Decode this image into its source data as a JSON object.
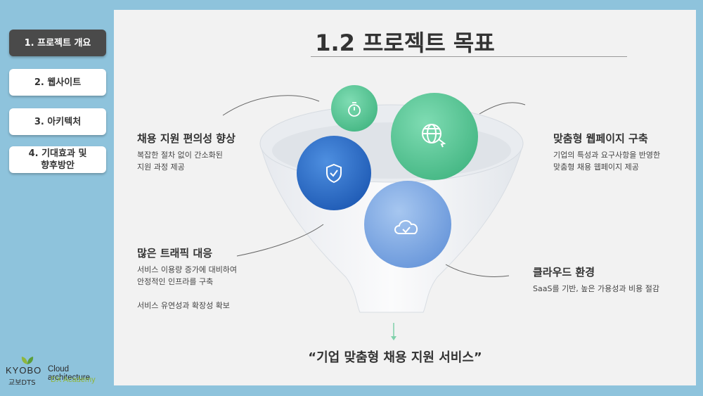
{
  "sidebar": {
    "items": [
      {
        "label": "1. 프로젝트 개요",
        "active": true
      },
      {
        "label": "2. 웹사이트",
        "active": false
      },
      {
        "label": "3. 아키텍처",
        "active": false
      },
      {
        "label": "4. 기대효과 및\n향후방안",
        "active": false
      }
    ],
    "logo": {
      "brand": "KYOBO",
      "brand_sub": "교보DTS",
      "tagline": "Cloud architecture",
      "academy": "DX Academy"
    }
  },
  "slide": {
    "title": "1.2 프로젝트 목표",
    "goals": [
      {
        "heading": "채용 지원 편의성 향상",
        "desc": "복잡한 절차 없이 간소화된\n지원 과정 제공"
      },
      {
        "heading": "맞춤형 웹페이지 구축",
        "desc": "기업의 특성과 요구사항을 반영한\n맞춤형 채용 웹페이지 제공"
      },
      {
        "heading": "많은 트래픽 대응",
        "desc": "서비스 이용량 증가에 대비하여\n안정적인 인프라를 구축\n\n서비스 유연성과 확장성 확보"
      },
      {
        "heading": "클라우드 환경",
        "desc": "SaaS를 기반, 높은 가용성과 비용 절감"
      }
    ],
    "quote": "“기업 맞춤형 채용 지원 서비스”",
    "icons": [
      "stopwatch-icon",
      "globe-cursor-icon",
      "shield-check-icon",
      "cloud-check-icon"
    ],
    "colors": {
      "green": "#5cc99a",
      "blue_dark": "#2f6fc6",
      "blue_light": "#6f9fe0",
      "frame": "#8ec3dc"
    }
  }
}
